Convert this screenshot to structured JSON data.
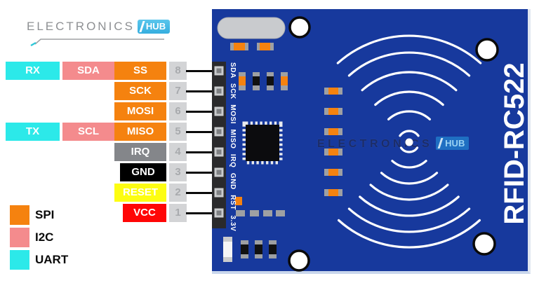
{
  "logo": {
    "brand": "ELECTRONICS",
    "badge": "HUB"
  },
  "connections": {
    "rows": [
      {
        "uart": "RX",
        "i2c": "SDA",
        "pin": "SS",
        "number": "8"
      },
      {
        "pin": "SCK",
        "number": "7"
      },
      {
        "pin": "MOSI",
        "number": "6"
      },
      {
        "uart": "TX",
        "i2c": "SCL",
        "pin": "MISO",
        "number": "5"
      },
      {
        "pin": "IRQ",
        "number": "4"
      },
      {
        "pin": "GND",
        "number": "3"
      },
      {
        "pin": "RESET",
        "number": "2"
      },
      {
        "pin": "VCC",
        "number": "1"
      }
    ]
  },
  "legend": {
    "items": [
      {
        "label": "SPI",
        "color": "#F5820F"
      },
      {
        "label": "I2C",
        "color": "#F48B8D"
      },
      {
        "label": "UART",
        "color": "#2CE9E9"
      }
    ]
  },
  "board": {
    "title": "RFID-RC522",
    "header_pin_labels": "SDA SCK MOSI MISO IRQ GND RST 3.3V",
    "watermark_brand": "ELECTRONICS",
    "watermark_badge": "HUB"
  },
  "colors": {
    "board_blue": "#17399D",
    "spi_orange": "#F5820F",
    "i2c_pink": "#F48B8D",
    "uart_cyan": "#2CE9E9",
    "irq_gray": "#84868A",
    "gnd_black": "#000000",
    "reset_yellow": "#FDFD12",
    "vcc_red": "#FF0606",
    "number_box_gray": "#D3D4D6"
  }
}
